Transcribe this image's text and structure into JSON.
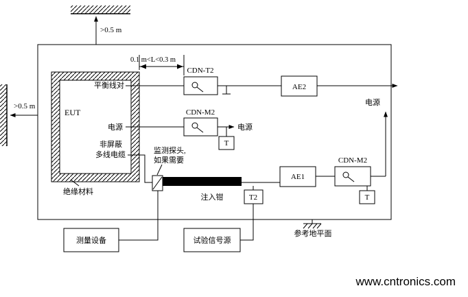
{
  "watermark": {
    "text": "www.cntronics.com",
    "color": "#8CC63E"
  },
  "labels": {
    "ceiling_clearance": ">0.5 m",
    "wall_clearance": ">0.5 m",
    "cable_length_range": "0.1 m<L<0.3 m",
    "eut": "EUT",
    "balanced_pair": "平衡线对",
    "eut_power": "电源",
    "unshielded_line1": "非屏蔽",
    "unshielded_line2": "多线电缆",
    "insulation_material": "绝缘材料",
    "cdn_t2": "CDN-T2",
    "cdn_m2_mid": "CDN-M2",
    "cdn_m2_right": "CDN-M2",
    "ae1": "AE1",
    "ae2": "AE2",
    "t_mid": "T",
    "t_right": "T",
    "t2": "T2",
    "power_mid": "电源",
    "power_right": "电源",
    "monitor_probe_line1": "监测探头,",
    "monitor_probe_line2": "如果需要",
    "injection_clamp": "注入钳",
    "measurement_equipment": "测量设备",
    "test_signal_source": "试验信号源",
    "reference_ground_plane": "参考地平面"
  }
}
